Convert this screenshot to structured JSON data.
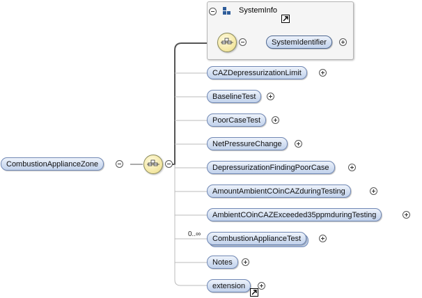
{
  "root": {
    "label": "CombustionApplianceZone"
  },
  "group": {
    "title": "SystemInfo",
    "child": "SystemIdentifier"
  },
  "children": [
    {
      "label": "CAZDepressurizationLimit"
    },
    {
      "label": "BaselineTest"
    },
    {
      "label": "PoorCaseTest"
    },
    {
      "label": "NetPressureChange"
    },
    {
      "label": "DepressurizationFindingPoorCase"
    },
    {
      "label": "AmountAmbientCOinCAZduringTesting"
    },
    {
      "label": "AmbientCOinCAZExceeded35ppmduringTesting"
    },
    {
      "label": "CombustionApplianceTest",
      "multiplicity": "0..∞"
    },
    {
      "label": "Notes"
    },
    {
      "label": "extension"
    }
  ],
  "colors": {
    "node_border": "#6f87b4",
    "connector": "#555555",
    "compositor_fill": "#f5e9a8"
  }
}
